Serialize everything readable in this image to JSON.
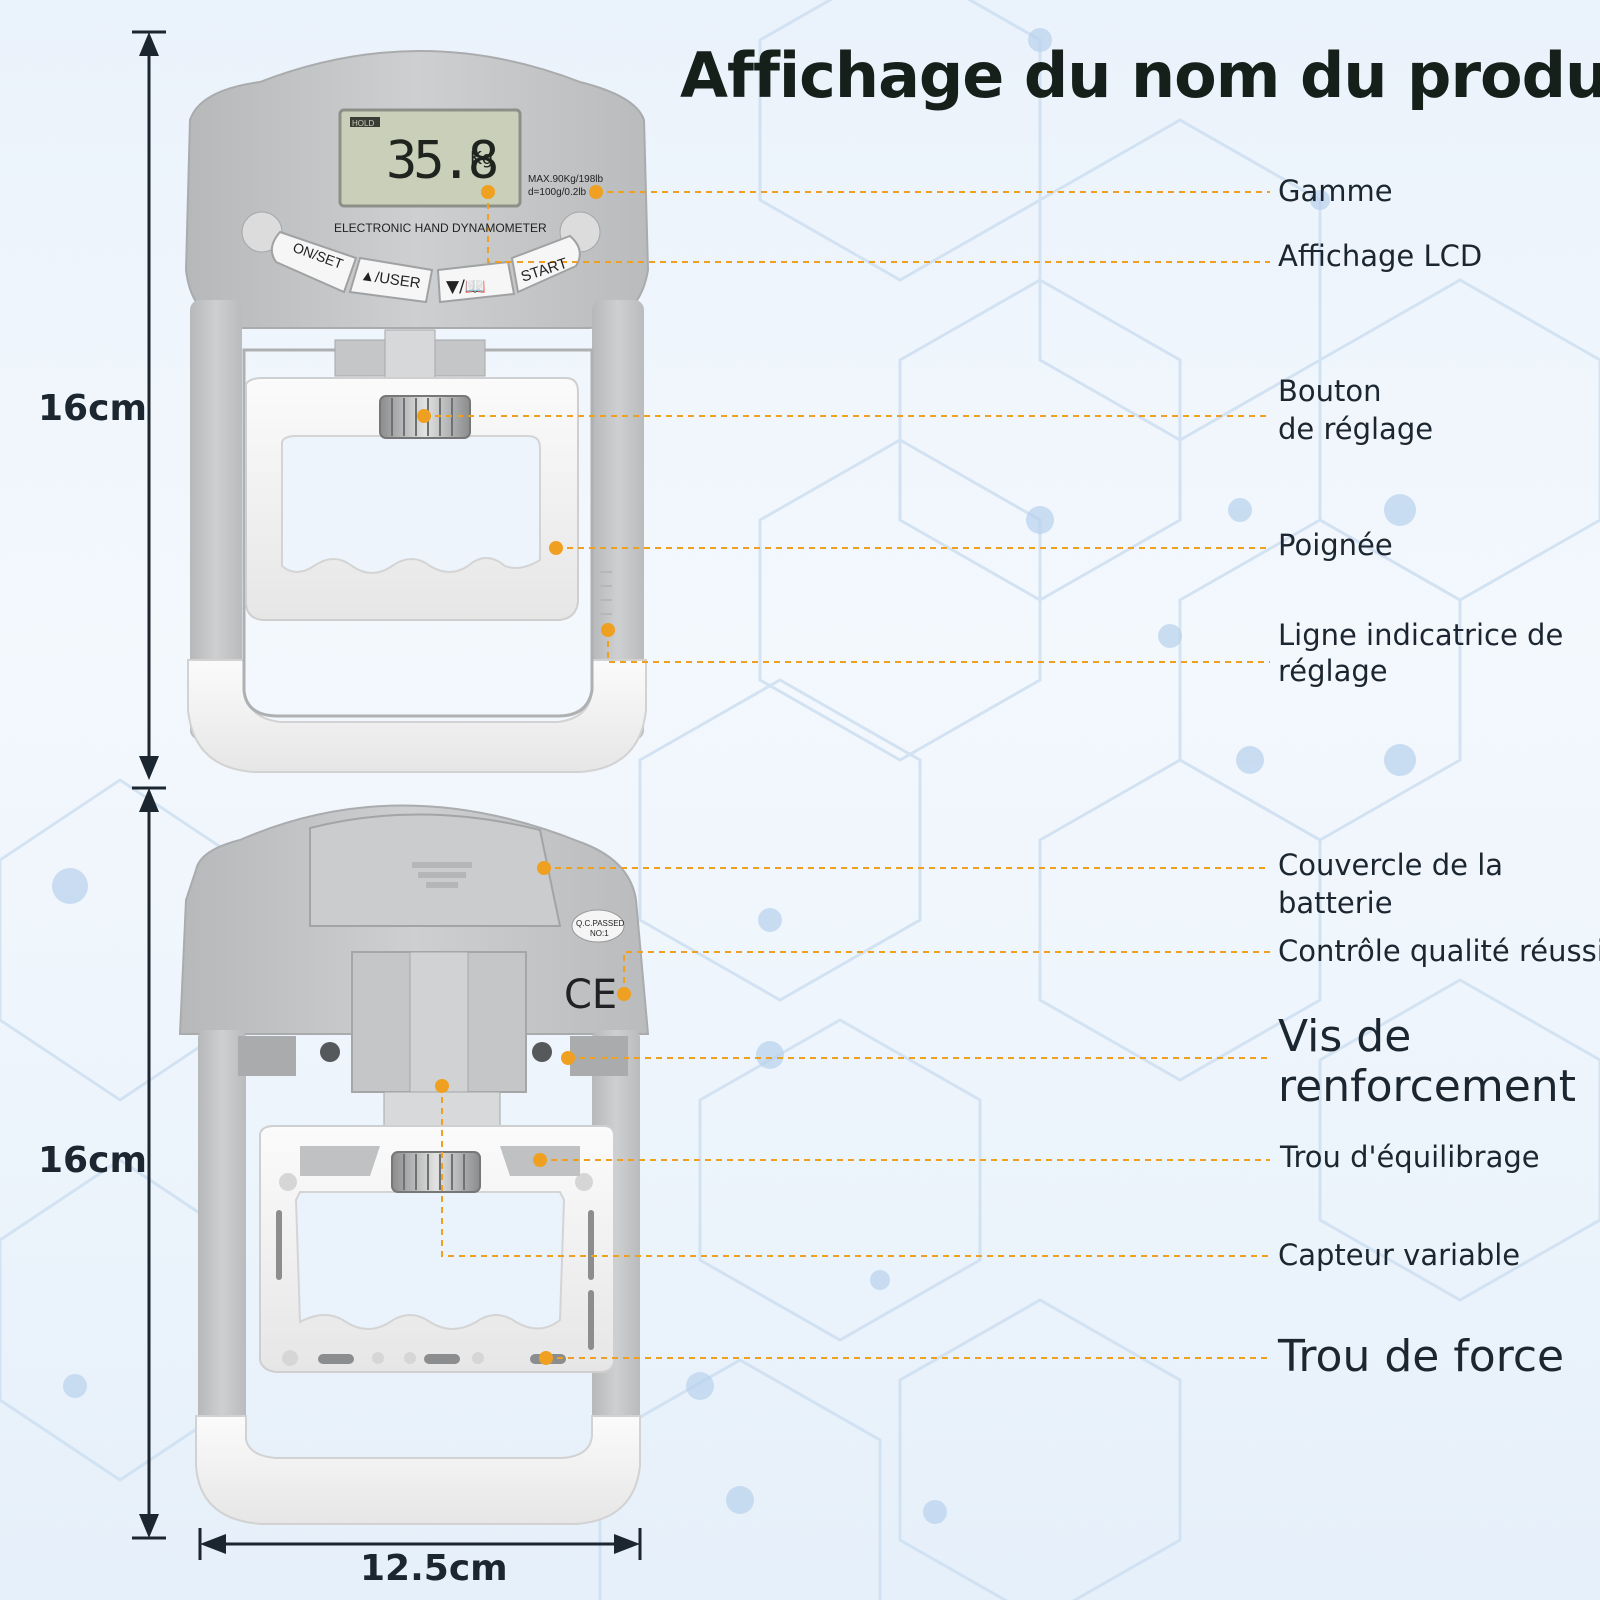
{
  "title": "Affichage du nom du produit",
  "dimensions": {
    "height_top": "16cm",
    "height_bottom": "16cm",
    "width": "12.5cm"
  },
  "device_front": {
    "lcd_reading": "35.8",
    "lcd_unit": "Kg",
    "lcd_hold": "HOLD",
    "range_line1": "MAX.90Kg/198lb",
    "range_line2": "d=100g/0.2lb",
    "model_text": "ELECTRONIC HAND DYNAMOMETER",
    "buttons": [
      "ON/SET",
      "▲/USER",
      "▼/📖",
      "START"
    ]
  },
  "device_back": {
    "qc_line1": "Q.C.PASSED",
    "qc_line2": "NO:1",
    "ce_mark": "CE"
  },
  "labels": {
    "gamme": "Gamme",
    "lcd": "Affichage LCD",
    "bouton_1": "Bouton",
    "bouton_2": "de réglage",
    "poignee": "Poignée",
    "ligne_1": "Ligne indicatrice de",
    "ligne_2": "réglage",
    "couvercle_1": "Couvercle de la",
    "couvercle_2": "batterie",
    "controle": "Contrôle qualité réussi",
    "vis_1": "Vis de",
    "vis_2": "renforcement",
    "trou_equilibrage": "Trou d'équilibrage",
    "capteur": "Capteur variable",
    "trou_force": "Trou de force"
  },
  "colors": {
    "leader": "#f0a020",
    "body_gray": "#c3c5c7",
    "handle_white": "#f4f4f4",
    "lcd_green": "#c9cfb8"
  }
}
